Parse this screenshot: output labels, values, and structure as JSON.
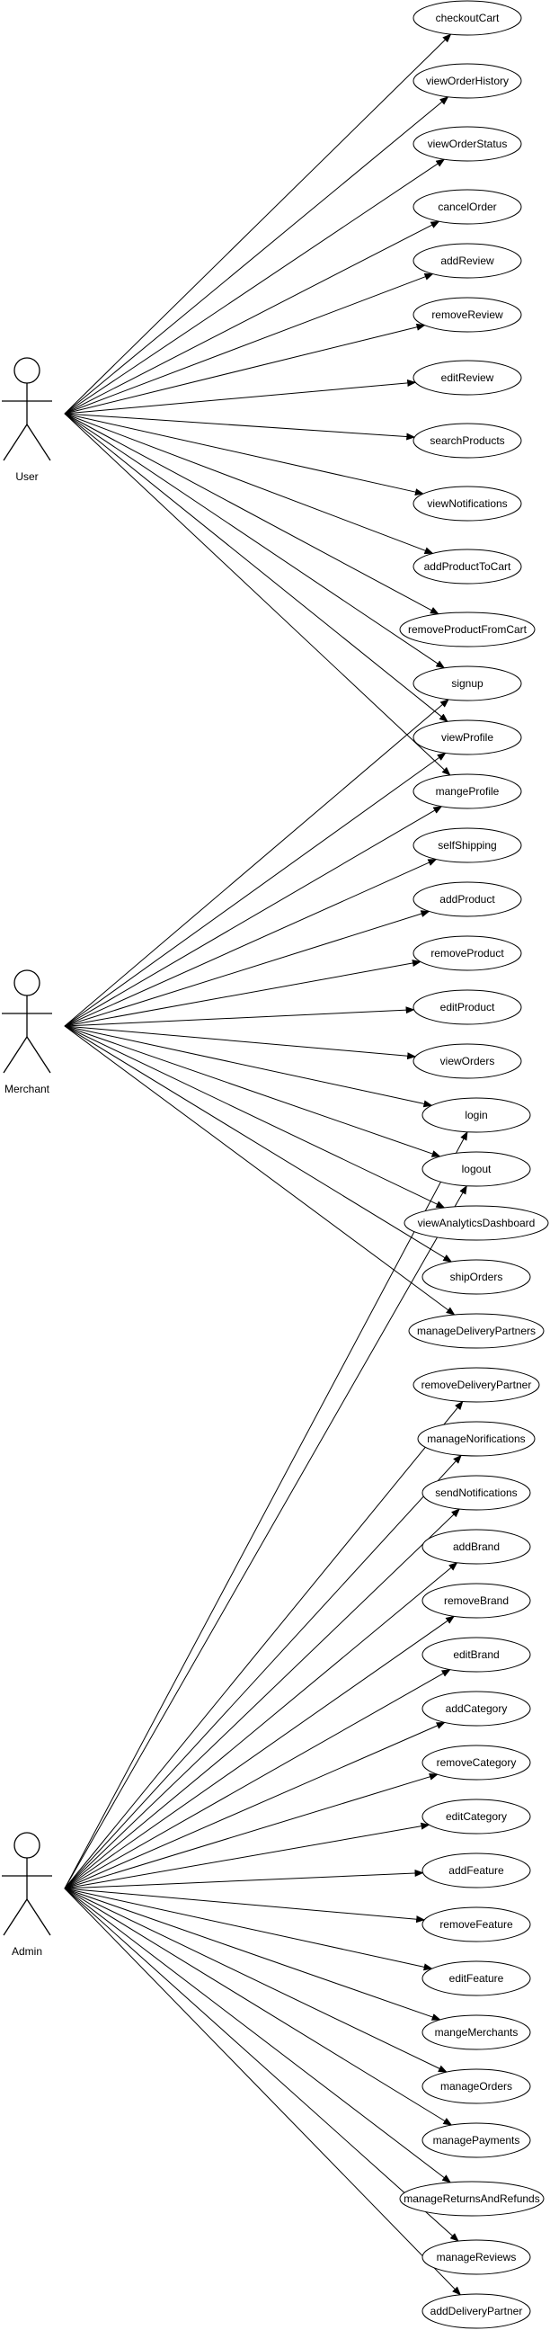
{
  "actors": [
    {
      "id": "user",
      "label": "User"
    },
    {
      "id": "merchant",
      "label": "Merchant"
    },
    {
      "id": "admin",
      "label": "Admin"
    }
  ],
  "use_cases": [
    {
      "id": "checkoutCart",
      "label": "checkoutCart"
    },
    {
      "id": "viewOrderHistory",
      "label": "viewOrderHistory"
    },
    {
      "id": "viewOrderStatus",
      "label": "viewOrderStatus"
    },
    {
      "id": "cancelOrder",
      "label": "cancelOrder"
    },
    {
      "id": "addReview",
      "label": "addReview"
    },
    {
      "id": "removeReview",
      "label": "removeReview"
    },
    {
      "id": "editReview",
      "label": "editReview"
    },
    {
      "id": "searchProducts",
      "label": "searchProducts"
    },
    {
      "id": "viewNotifications",
      "label": "viewNotifications"
    },
    {
      "id": "addProductToCart",
      "label": "addProductToCart"
    },
    {
      "id": "removeProductFromCart",
      "label": "removeProductFromCart"
    },
    {
      "id": "signup",
      "label": "signup"
    },
    {
      "id": "viewProfile",
      "label": "viewProfile"
    },
    {
      "id": "mangeProfile",
      "label": "mangeProfile"
    },
    {
      "id": "selfShipping",
      "label": "selfShipping"
    },
    {
      "id": "addProduct",
      "label": "addProduct"
    },
    {
      "id": "removeProduct",
      "label": "removeProduct"
    },
    {
      "id": "editProduct",
      "label": "editProduct"
    },
    {
      "id": "viewOrders",
      "label": "viewOrders"
    },
    {
      "id": "login",
      "label": "login"
    },
    {
      "id": "logout",
      "label": "logout"
    },
    {
      "id": "viewAnalyticsDashboard",
      "label": "viewAnalyticsDashboard"
    },
    {
      "id": "shipOrders",
      "label": "shipOrders"
    },
    {
      "id": "manageDeliveryPartners",
      "label": "manageDeliveryPartners"
    },
    {
      "id": "removeDeliveryPartner",
      "label": "removeDeliveryPartner"
    },
    {
      "id": "manageNorifications",
      "label": "manageNorifications"
    },
    {
      "id": "sendNotifications",
      "label": "sendNotifications"
    },
    {
      "id": "addBrand",
      "label": "addBrand"
    },
    {
      "id": "removeBrand",
      "label": "removeBrand"
    },
    {
      "id": "editBrand",
      "label": "editBrand"
    },
    {
      "id": "addCategory",
      "label": "addCategory"
    },
    {
      "id": "removeCategory",
      "label": "removeCategory"
    },
    {
      "id": "editCategory",
      "label": "editCategory"
    },
    {
      "id": "addFeature",
      "label": "addFeature"
    },
    {
      "id": "removeFeature",
      "label": "removeFeature"
    },
    {
      "id": "editFeature",
      "label": "editFeature"
    },
    {
      "id": "mangeMerchants",
      "label": "mangeMerchants"
    },
    {
      "id": "manageOrders",
      "label": "manageOrders"
    },
    {
      "id": "managePayments",
      "label": "managePayments"
    },
    {
      "id": "manageReturnsAndRefunds",
      "label": "manageReturnsAndRefunds"
    },
    {
      "id": "manageReviews",
      "label": "manageReviews"
    },
    {
      "id": "addDeliveryPartner",
      "label": "addDeliveryPartner"
    }
  ],
  "associations": [
    {
      "from": "user",
      "to": "checkoutCart"
    },
    {
      "from": "user",
      "to": "viewOrderHistory"
    },
    {
      "from": "user",
      "to": "viewOrderStatus"
    },
    {
      "from": "user",
      "to": "cancelOrder"
    },
    {
      "from": "user",
      "to": "addReview"
    },
    {
      "from": "user",
      "to": "removeReview"
    },
    {
      "from": "user",
      "to": "editReview"
    },
    {
      "from": "user",
      "to": "searchProducts"
    },
    {
      "from": "user",
      "to": "viewNotifications"
    },
    {
      "from": "user",
      "to": "addProductToCart"
    },
    {
      "from": "user",
      "to": "removeProductFromCart"
    },
    {
      "from": "user",
      "to": "signup"
    },
    {
      "from": "user",
      "to": "viewProfile"
    },
    {
      "from": "user",
      "to": "mangeProfile"
    },
    {
      "from": "merchant",
      "to": "signup"
    },
    {
      "from": "merchant",
      "to": "viewProfile"
    },
    {
      "from": "merchant",
      "to": "mangeProfile"
    },
    {
      "from": "merchant",
      "to": "selfShipping"
    },
    {
      "from": "merchant",
      "to": "addProduct"
    },
    {
      "from": "merchant",
      "to": "removeProduct"
    },
    {
      "from": "merchant",
      "to": "editProduct"
    },
    {
      "from": "merchant",
      "to": "viewOrders"
    },
    {
      "from": "merchant",
      "to": "login"
    },
    {
      "from": "merchant",
      "to": "logout"
    },
    {
      "from": "merchant",
      "to": "viewAnalyticsDashboard"
    },
    {
      "from": "merchant",
      "to": "shipOrders"
    },
    {
      "from": "merchant",
      "to": "manageDeliveryPartners"
    },
    {
      "from": "admin",
      "to": "login"
    },
    {
      "from": "admin",
      "to": "logout"
    },
    {
      "from": "admin",
      "to": "removeDeliveryPartner"
    },
    {
      "from": "admin",
      "to": "manageNorifications"
    },
    {
      "from": "admin",
      "to": "sendNotifications"
    },
    {
      "from": "admin",
      "to": "addBrand"
    },
    {
      "from": "admin",
      "to": "removeBrand"
    },
    {
      "from": "admin",
      "to": "editBrand"
    },
    {
      "from": "admin",
      "to": "addCategory"
    },
    {
      "from": "admin",
      "to": "removeCategory"
    },
    {
      "from": "admin",
      "to": "editCategory"
    },
    {
      "from": "admin",
      "to": "addFeature"
    },
    {
      "from": "admin",
      "to": "removeFeature"
    },
    {
      "from": "admin",
      "to": "editFeature"
    },
    {
      "from": "admin",
      "to": "mangeMerchants"
    },
    {
      "from": "admin",
      "to": "manageOrders"
    },
    {
      "from": "admin",
      "to": "managePayments"
    },
    {
      "from": "admin",
      "to": "manageReturnsAndRefunds"
    },
    {
      "from": "admin",
      "to": "manageReviews"
    },
    {
      "from": "admin",
      "to": "addDeliveryPartner"
    }
  ]
}
